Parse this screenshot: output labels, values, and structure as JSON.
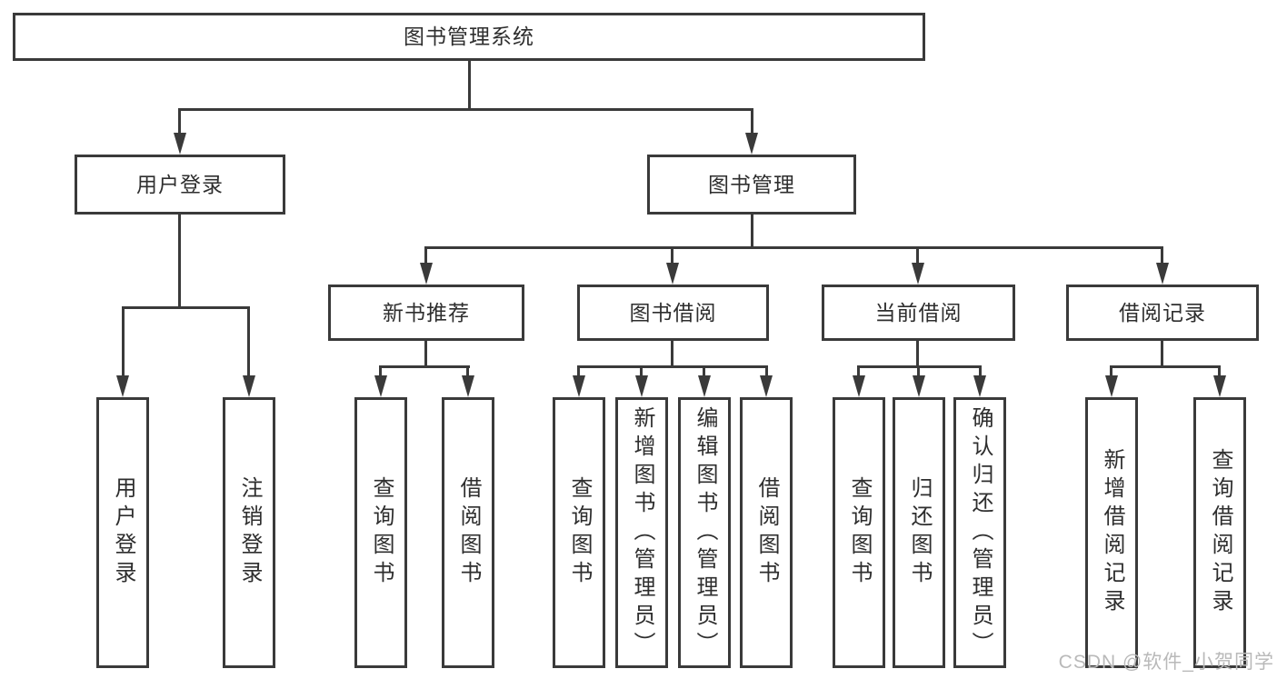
{
  "diagram": {
    "root": {
      "label": "图书管理系统"
    },
    "branches": {
      "user_login": {
        "label": "用户登录",
        "children": [
          {
            "label": "用户登录"
          },
          {
            "label": "注销登录"
          }
        ]
      },
      "book_management": {
        "label": "图书管理",
        "children": [
          {
            "label": "新书推荐",
            "children": [
              {
                "label": "查询图书"
              },
              {
                "label": "借阅图书"
              }
            ]
          },
          {
            "label": "图书借阅",
            "children": [
              {
                "label": "查询图书"
              },
              {
                "label": "新增图书（管理员）"
              },
              {
                "label": "编辑图书（管理员）"
              },
              {
                "label": "借阅图书"
              }
            ]
          },
          {
            "label": "当前借阅",
            "children": [
              {
                "label": "查询图书"
              },
              {
                "label": "归还图书"
              },
              {
                "label": "确认归还（管理员）"
              }
            ]
          },
          {
            "label": "借阅记录",
            "children": [
              {
                "label": "新增借阅记录"
              },
              {
                "label": "查询借阅记录"
              }
            ]
          }
        ]
      }
    }
  },
  "watermark": {
    "text": "CSDN @软件_小贺同学"
  },
  "colors": {
    "line": "#3a3a3a",
    "text": "#2e2e2e",
    "watermark": "#b9b9b9",
    "background": "#ffffff"
  }
}
